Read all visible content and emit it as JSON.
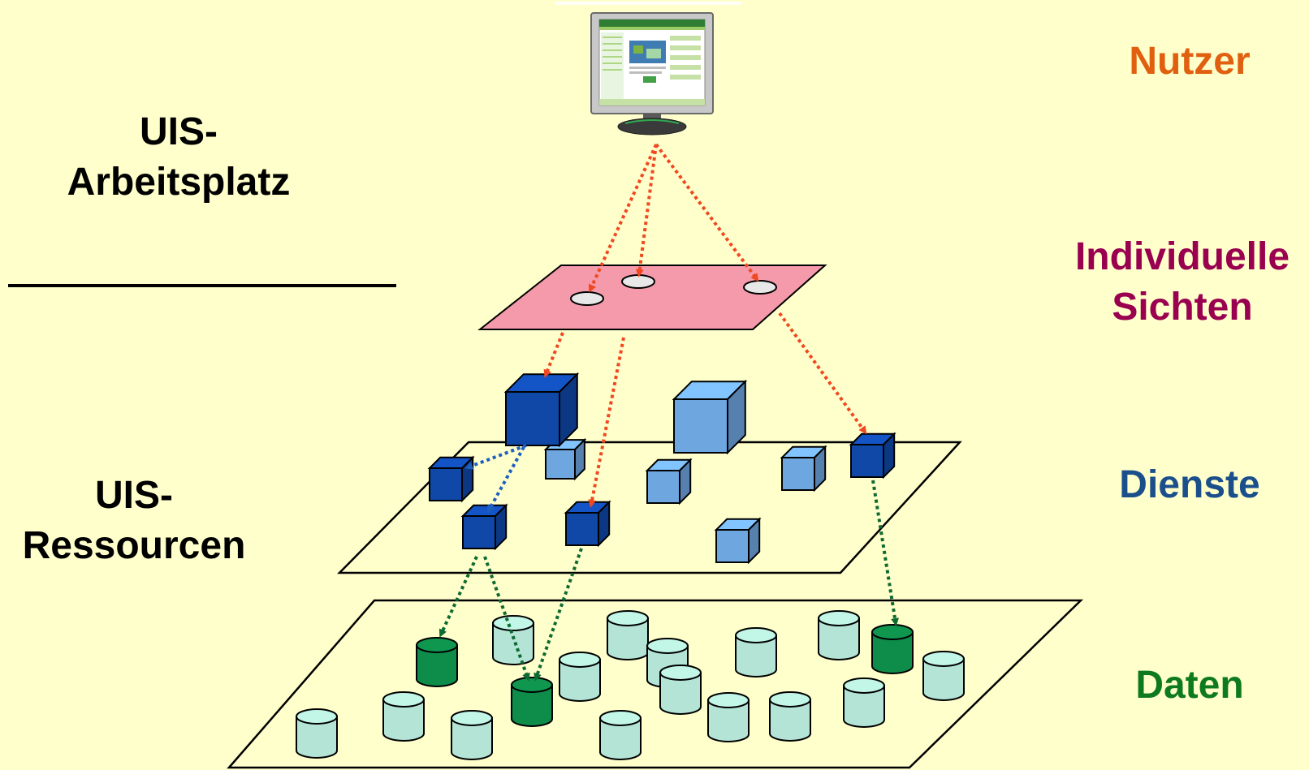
{
  "labels": {
    "uis_arbeitsplatz": [
      "UIS-",
      "Arbeitsplatz"
    ],
    "uis_ressourcen": [
      "UIS-",
      "Ressourcen"
    ],
    "nutzer": "Nutzer",
    "individuelle_sichten": [
      "Individuelle",
      "Sichten"
    ],
    "dienste": "Dienste",
    "daten": "Daten"
  },
  "colors": {
    "background": "#FFFFCC",
    "nutzer": "#E06010",
    "sichten": "#990050",
    "dienste": "#1A4F8C",
    "daten": "#0E7A1E",
    "view_plane": "#F49AAA",
    "arrow_user": "#F04820",
    "arrow_service": "#1E5FC0",
    "arrow_data": "#0E6A30",
    "cube_dark": "#1048A8",
    "cube_light": "#6EA6E0",
    "cyl_dark": "#0E8C4A",
    "cyl_light": "#B4E4D6"
  },
  "icons": {
    "workstation": "monitor-icon",
    "view_point": "ellipse-marker-icon",
    "service": "cube-icon",
    "data_store": "database-cylinder-icon"
  }
}
